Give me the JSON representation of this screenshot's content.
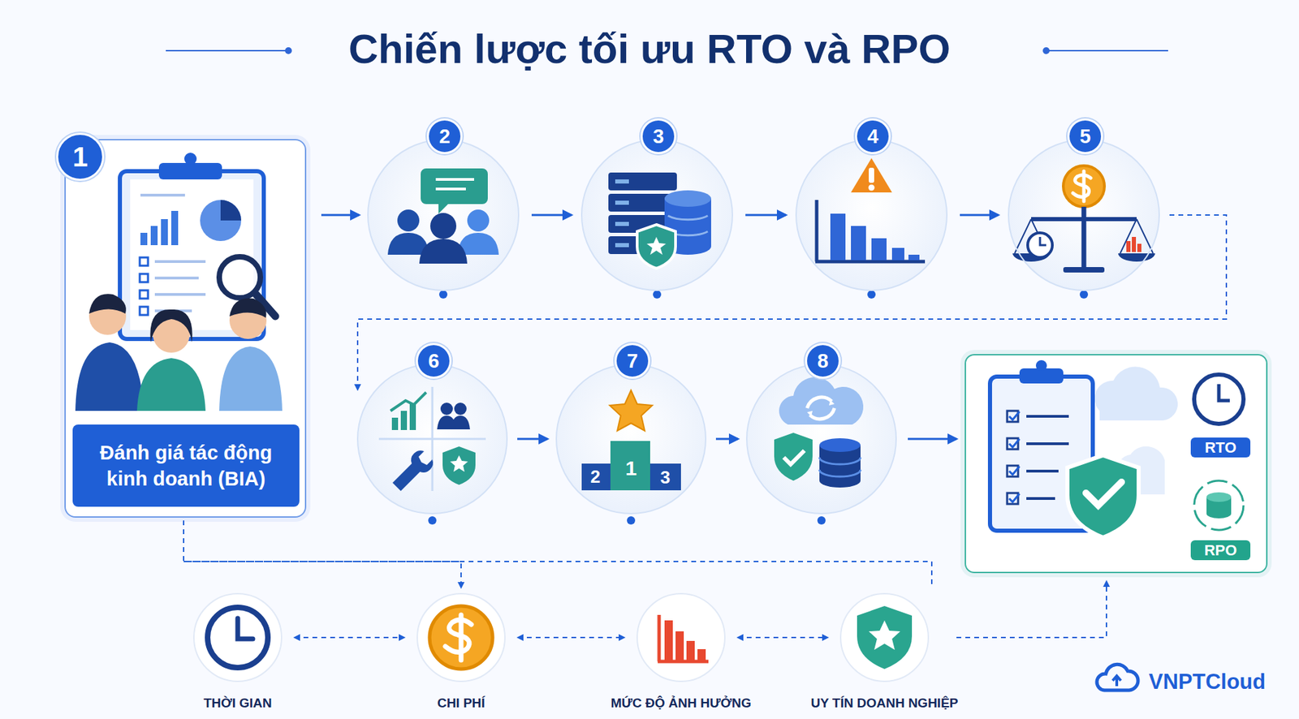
{
  "diagram": {
    "title": "Chiến lược tối ưu RTO và RPO",
    "nodes": [
      {
        "text": [
          "1",
          "Đánh giá tác động kinh doanh (BIA)"
        ]
      },
      {
        "text": [
          "2"
        ]
      },
      {
        "text": [
          "3"
        ]
      },
      {
        "text": [
          "4"
        ]
      },
      {
        "text": [
          "5"
        ]
      },
      {
        "text": [
          "6"
        ]
      },
      {
        "text": [
          "7"
        ]
      },
      {
        "text": [
          "8"
        ]
      },
      {
        "text": []
      },
      {
        "text": [
          "RTO"
        ],
        "in": 8
      },
      {
        "text": [
          "RPO"
        ],
        "in": 8
      },
      {
        "text": [
          "THỜI GIAN"
        ]
      },
      {
        "text": [
          "CHI PHÍ"
        ]
      },
      {
        "text": [
          "MỨC ĐỘ ẢNH HƯỞNG"
        ]
      },
      {
        "text": [
          "UY TÍN DOANH NGHIỆP"
        ]
      }
    ],
    "edges": [
      {
        "from": 0,
        "to": 1,
        "arrow": "to"
      },
      {
        "from": 1,
        "to": 2,
        "arrow": "to"
      },
      {
        "from": 2,
        "to": 3,
        "arrow": "to"
      },
      {
        "from": 3,
        "to": 4,
        "arrow": "to"
      },
      {
        "from": 4,
        "to": 5,
        "arrow": "to"
      },
      {
        "from": 5,
        "to": 6,
        "arrow": "to"
      },
      {
        "from": 6,
        "to": 7,
        "arrow": "to"
      },
      {
        "from": 7,
        "to": 8,
        "arrow": "to"
      },
      {
        "from": 0,
        "to": 12,
        "arrow": "to"
      },
      {
        "from": 0,
        "to": 14,
        "arrow": "none"
      },
      {
        "from": 11,
        "to": 12,
        "arrow": "both"
      },
      {
        "from": 12,
        "to": 13,
        "arrow": "both"
      },
      {
        "from": 13,
        "to": 14,
        "arrow": "both"
      },
      {
        "from": 14,
        "to": 8,
        "arrow": "to"
      }
    ],
    "labels": [
      "2",
      "1",
      "3",
      "VNPTCloud"
    ]
  }
}
